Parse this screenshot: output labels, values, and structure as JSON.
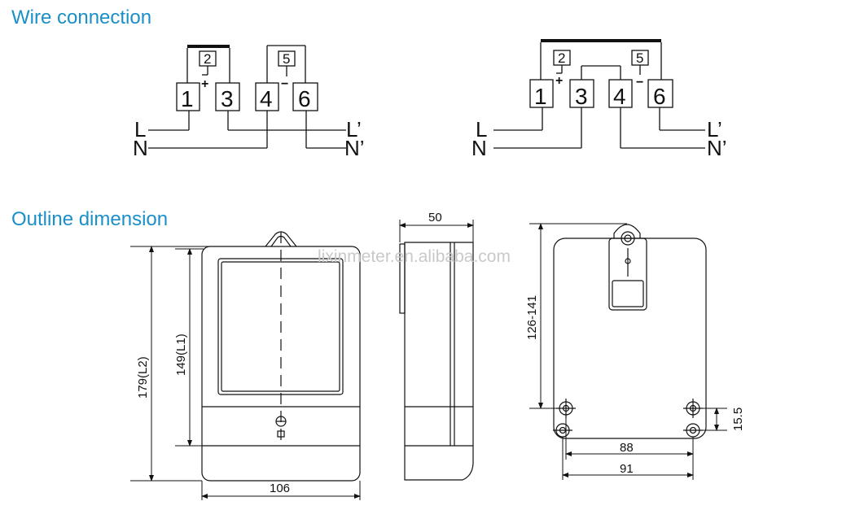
{
  "headings": {
    "wire_connection": "Wire connection",
    "outline_dimension": "Outline dimension"
  },
  "wiring": {
    "terminals": [
      "1",
      "3",
      "4",
      "6"
    ],
    "small_terminals": [
      "2",
      "5"
    ],
    "line_in": "L",
    "neutral_in": "N",
    "line_out": "L’",
    "neutral_out": "N’",
    "plus_sign": "+",
    "minus_sign": "−"
  },
  "dimensions": {
    "height_l2": "179(L2)",
    "height_l1": "149(L1)",
    "width": "106",
    "depth": "50",
    "mount_height": "126-141",
    "hole_spacing_inner": "88",
    "hole_spacing_outer": "91",
    "hole_offset": "15.5"
  },
  "watermark": "lixinmeter.en.alibaba.com",
  "colors": {
    "heading": "#1a8fc8",
    "line": "#111111",
    "watermark": "#c9c9c9"
  }
}
